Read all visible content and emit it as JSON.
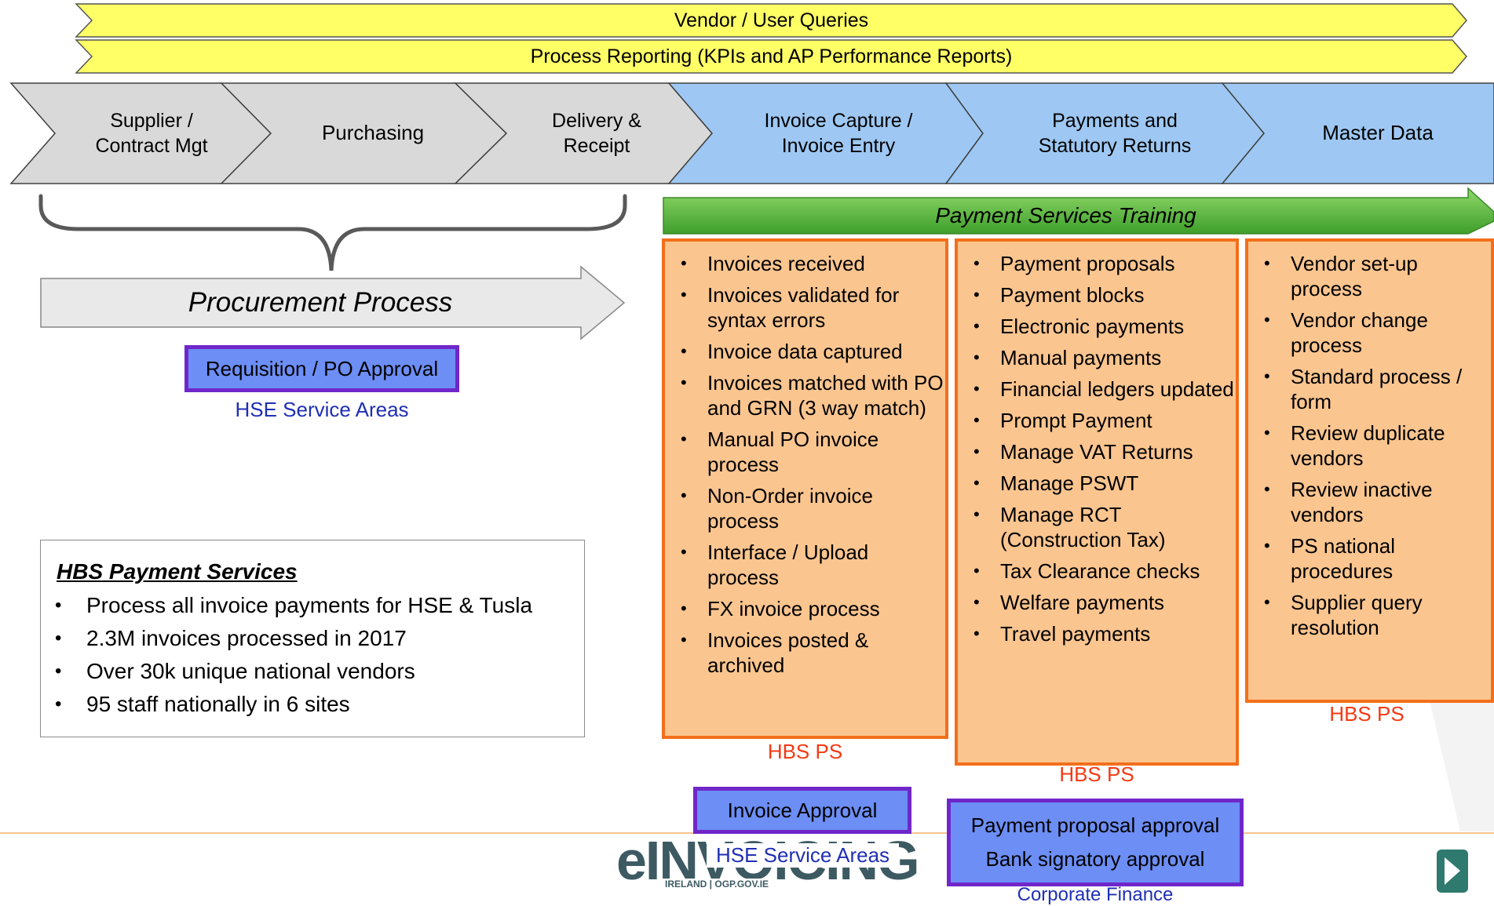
{
  "top_banners": [
    {
      "label": "Vendor / User Queries"
    },
    {
      "label": "Process Reporting (KPIs and AP Performance Reports)"
    }
  ],
  "process_chevrons": [
    {
      "label": "Supplier / Contract Mgt",
      "color": "#d9d9d9"
    },
    {
      "label": "Purchasing",
      "color": "#d9d9d9"
    },
    {
      "label": "Delivery & Receipt",
      "color": "#d9d9d9"
    },
    {
      "label": "Invoice Capture / Invoice Entry",
      "color": "#9ec8f3"
    },
    {
      "label": "Payments and Statutory Returns",
      "color": "#9ec8f3"
    },
    {
      "label": "Master Data",
      "color": "#9ec8f3"
    }
  ],
  "training_arrow": {
    "label": "Payment Services Training",
    "color": "#5fbf3a"
  },
  "procurement": {
    "arrow_label": "Procurement Process",
    "approval": "Requisition / PO Approval",
    "owner": "HSE Service Areas"
  },
  "hbs_panel": {
    "title": "HBS Payment Services",
    "items": [
      "Process all invoice payments for HSE & Tusla",
      "2.3M invoices processed in 2017",
      "Over 30k unique national vendors",
      "95 staff nationally in 6 sites"
    ]
  },
  "columns": [
    {
      "items": [
        "Invoices received",
        "Invoices validated for syntax errors",
        "Invoice data captured",
        "Invoices matched with PO and GRN (3 way match)",
        "Manual PO invoice process",
        "Non-Order invoice process",
        "Interface / Upload process",
        "FX invoice process",
        "Invoices posted & archived"
      ],
      "owner": "HBS PS"
    },
    {
      "items": [
        "Payment proposals",
        "Payment blocks",
        "Electronic payments",
        "Manual payments",
        "Financial ledgers updated",
        "Prompt Payment",
        "Manage VAT Returns",
        "Manage PSWT",
        "Manage RCT (Construction  Tax)",
        "Tax Clearance checks",
        "Welfare payments",
        "Travel payments"
      ],
      "owner": "HBS PS"
    },
    {
      "items": [
        "Vendor set-up process",
        "Vendor change process",
        "Standard process / form",
        "Review duplicate vendors",
        "Review inactive vendors",
        "PS national procedures",
        "Supplier query resolution"
      ],
      "owner": "HBS PS"
    }
  ],
  "invoice_approval": {
    "label": "Invoice Approval",
    "owner": "HSE Service Areas"
  },
  "payment_approval": {
    "line1": "Payment proposal approval",
    "line2": "Bank signatory  approval",
    "owner": "Corporate Finance"
  },
  "footer_logo": {
    "text": "eINVOICING",
    "subtext": "IRELAND | OGP.GOV.IE"
  },
  "colors": {
    "banner_yellow": "#ffff66",
    "orange_fill": "#fbc58f",
    "orange_border": "#f36f1b",
    "approval_fill": "#6c8ef5",
    "approval_border": "#7027c9",
    "owner_blue": "#1f2fb4",
    "owner_red": "#f23a14"
  }
}
